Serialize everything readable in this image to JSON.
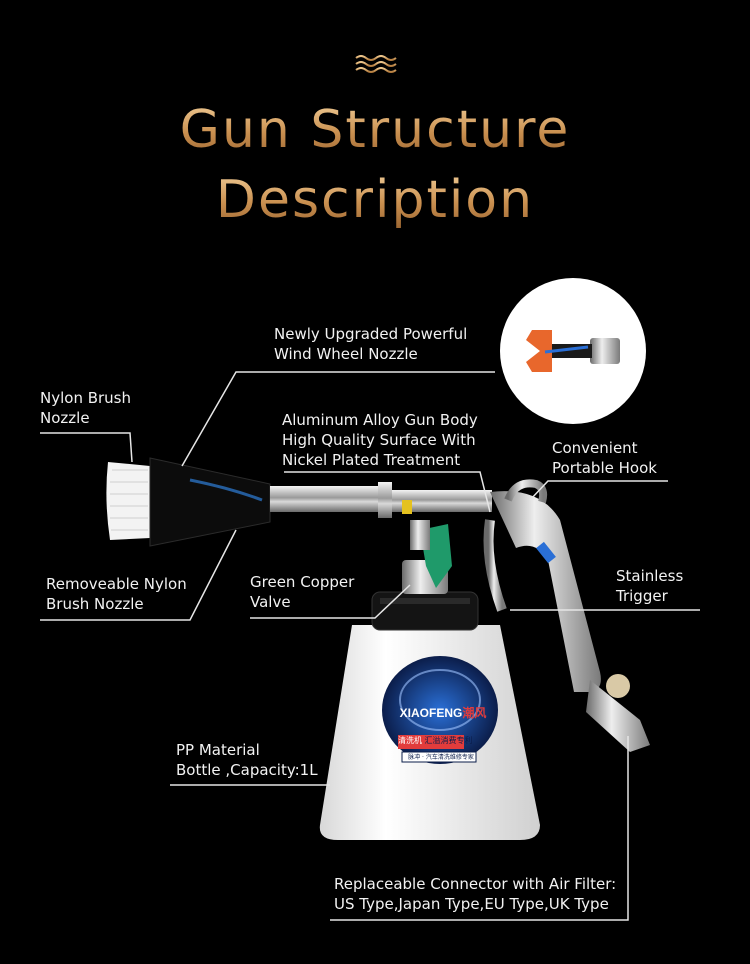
{
  "title": {
    "line1": "Gun Structure",
    "line2": "Description"
  },
  "labels": {
    "wind_wheel_nozzle": "Newly Upgraded Powerful\nWind Wheel Nozzle",
    "nylon_brush_nozzle": "Nylon Brush\nNozzle",
    "gun_body": "Aluminum Alloy Gun Body\nHigh Quality Surface With\nNickel Plated Treatment",
    "portable_hook": "Convenient\nPortable Hook",
    "removeable_nozzle": "Removeable Nylon\nBrush Nozzle",
    "copper_valve": "Green Copper\nValve",
    "trigger": "Stainless\nTrigger",
    "bottle": "PP Material\nBottle ,Capacity:1L",
    "connector": "Replaceable Connector with Air Filter:\nUS Type,Japan Type,EU Type,UK Type"
  },
  "bottle_logo": {
    "brand": "XIAOFENG",
    "brand_cn": "潮风",
    "product_cn": "清洗机",
    "subtitle_cn": "汇溢消费专利",
    "tagline_cn": "脉冲 · 汽车清洗维修专家"
  },
  "colors": {
    "title_gold": "#d9aa6b",
    "label_text": "#f2f2f2",
    "line": "#e6e6e6",
    "nozzle_orange": "#e8672c",
    "valve_green": "#1f9a6a"
  }
}
